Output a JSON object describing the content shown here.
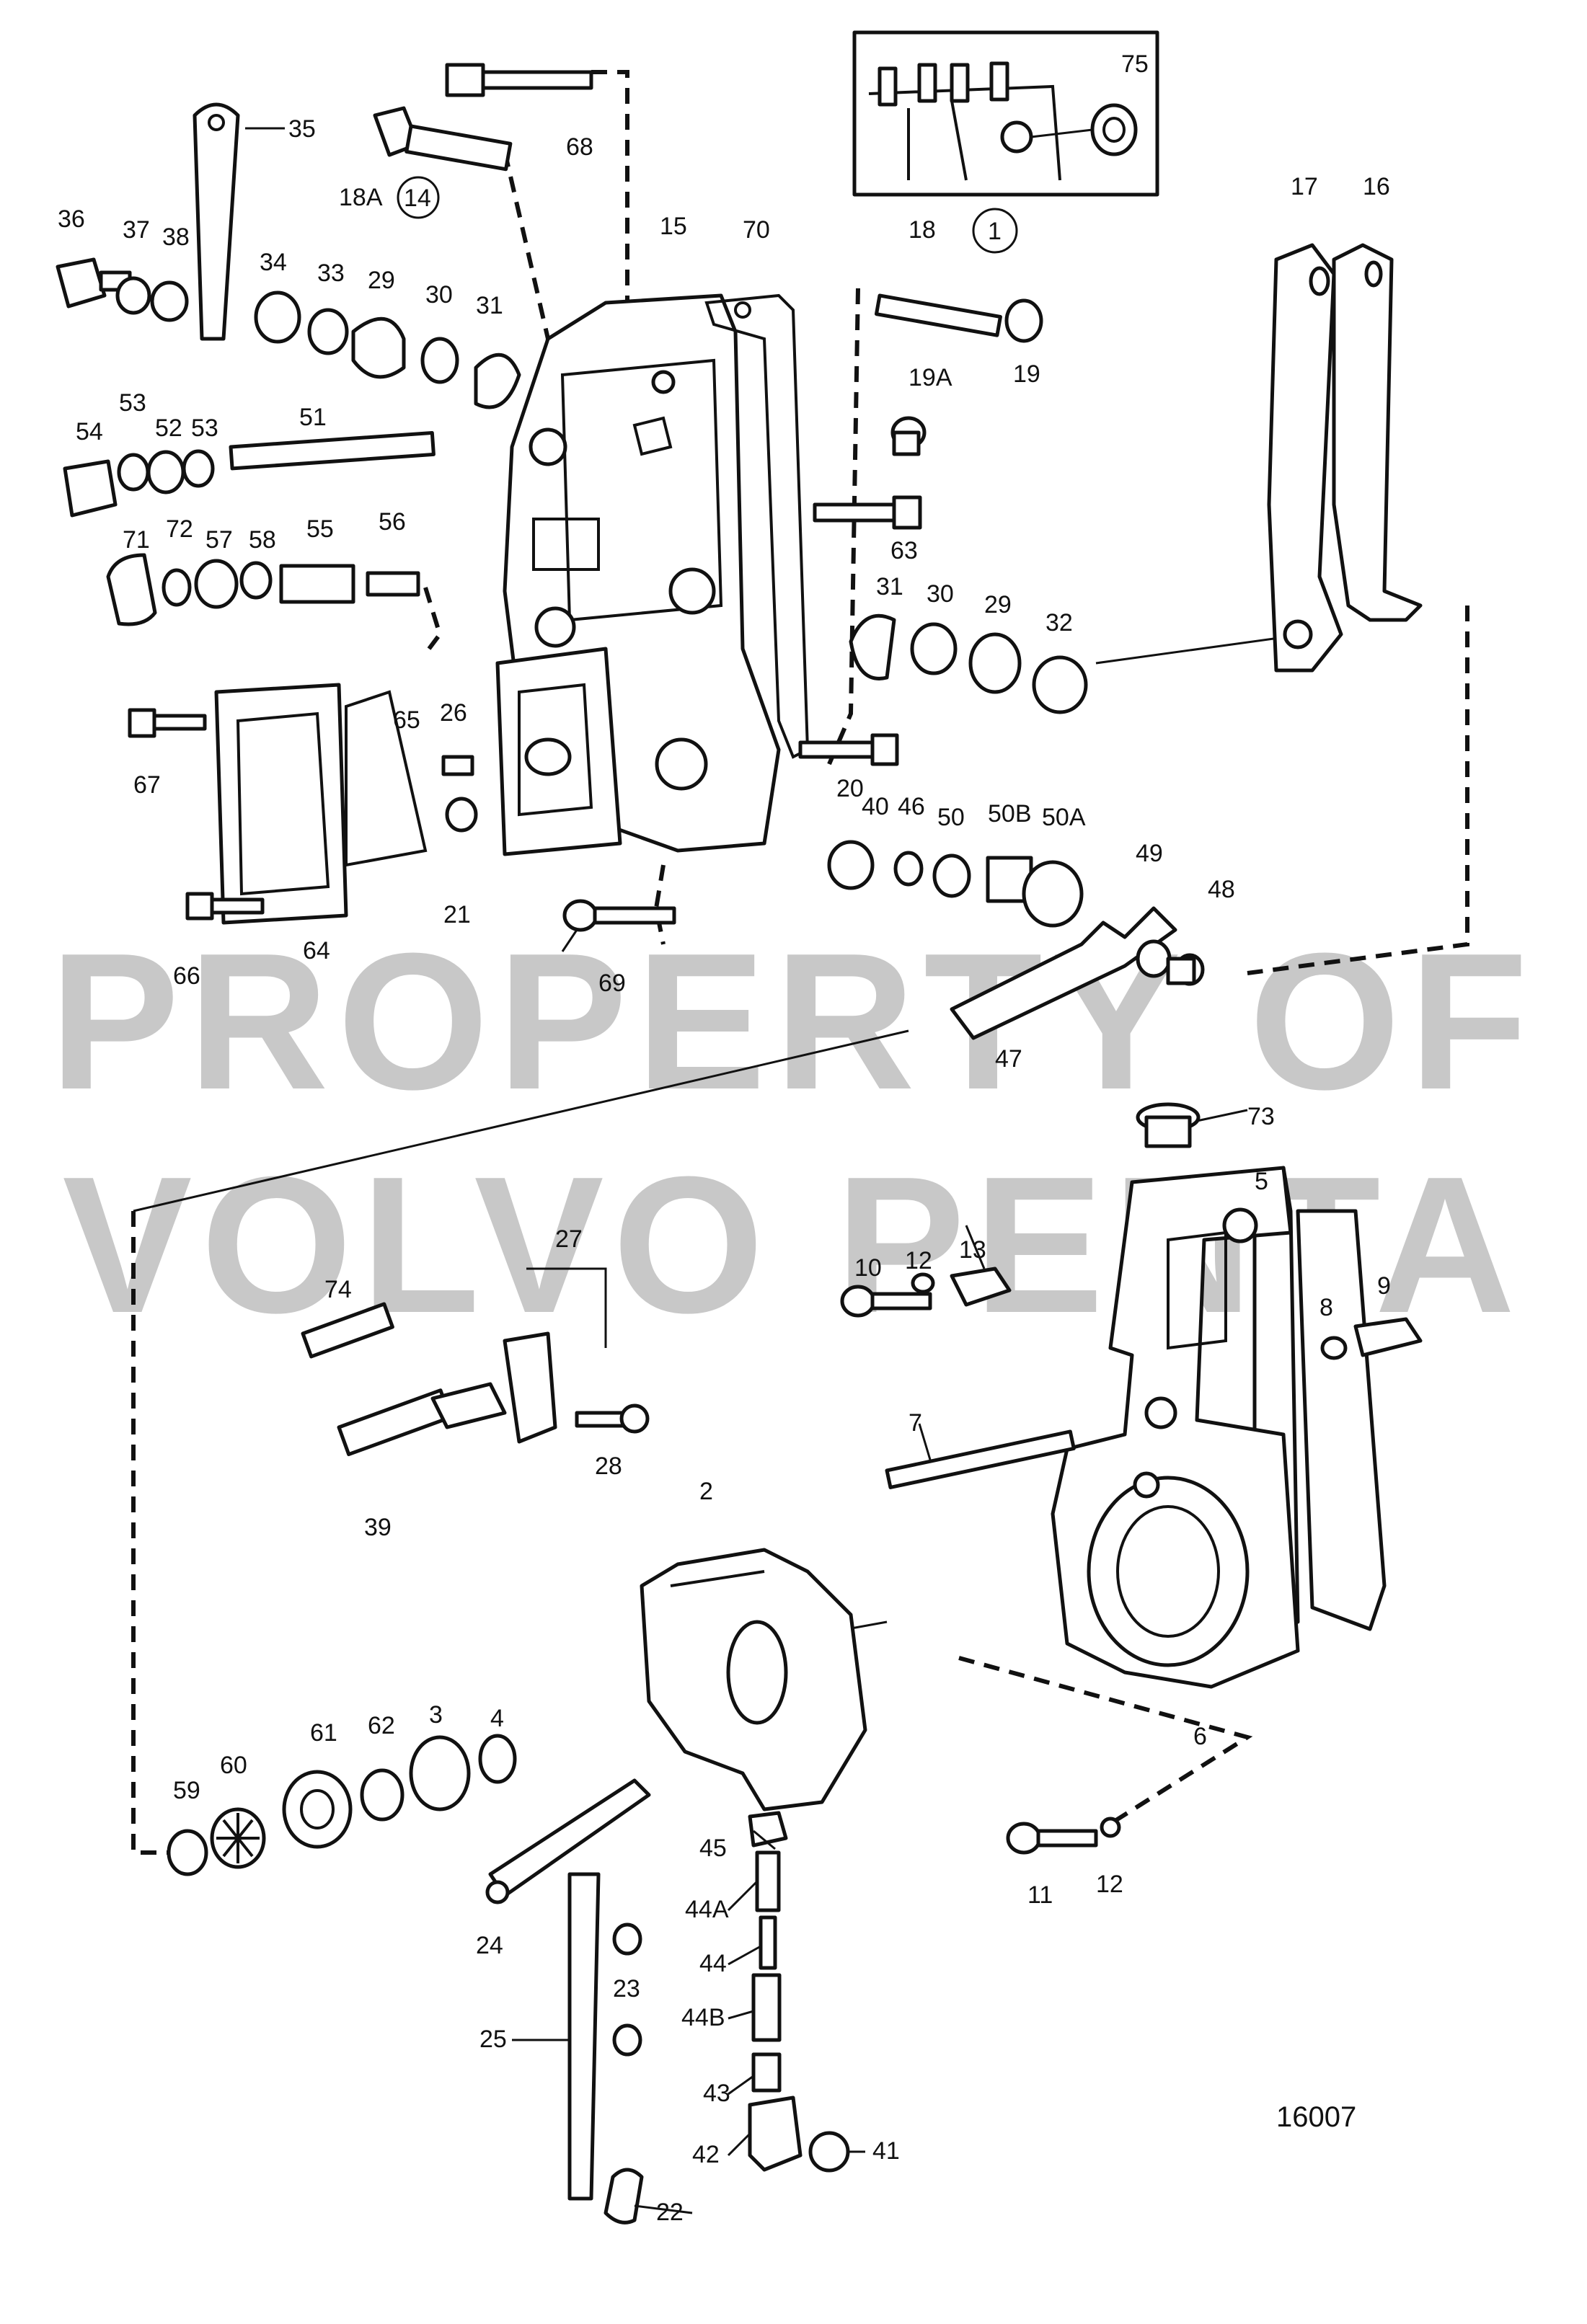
{
  "watermark": {
    "line1": "PROPERTY OF",
    "line2": "VOLVO PENTA"
  },
  "drawing_number": "16007",
  "callouts": [
    {
      "id": "c75",
      "text": "75"
    },
    {
      "id": "c35",
      "text": "35"
    },
    {
      "id": "c68",
      "text": "68"
    },
    {
      "id": "c18A",
      "text": "18A"
    },
    {
      "id": "c14",
      "text": "14"
    },
    {
      "id": "c36",
      "text": "36"
    },
    {
      "id": "c37",
      "text": "37"
    },
    {
      "id": "c38",
      "text": "38"
    },
    {
      "id": "c34",
      "text": "34"
    },
    {
      "id": "c33",
      "text": "33"
    },
    {
      "id": "c29a",
      "text": "29"
    },
    {
      "id": "c30a",
      "text": "30"
    },
    {
      "id": "c31a",
      "text": "31"
    },
    {
      "id": "c15",
      "text": "15"
    },
    {
      "id": "c70",
      "text": "70"
    },
    {
      "id": "c18",
      "text": "18"
    },
    {
      "id": "c1",
      "text": "1"
    },
    {
      "id": "c17",
      "text": "17"
    },
    {
      "id": "c16",
      "text": "16"
    },
    {
      "id": "c19",
      "text": "19"
    },
    {
      "id": "c19A",
      "text": "19A"
    },
    {
      "id": "c54",
      "text": "54"
    },
    {
      "id": "c53a",
      "text": "53"
    },
    {
      "id": "c52",
      "text": "52"
    },
    {
      "id": "c53b",
      "text": "53"
    },
    {
      "id": "c51",
      "text": "51"
    },
    {
      "id": "c63",
      "text": "63"
    },
    {
      "id": "c71",
      "text": "71"
    },
    {
      "id": "c72",
      "text": "72"
    },
    {
      "id": "c57",
      "text": "57"
    },
    {
      "id": "c58",
      "text": "58"
    },
    {
      "id": "c55",
      "text": "55"
    },
    {
      "id": "c56",
      "text": "56"
    },
    {
      "id": "c31b",
      "text": "31"
    },
    {
      "id": "c30b",
      "text": "30"
    },
    {
      "id": "c29b",
      "text": "29"
    },
    {
      "id": "c32",
      "text": "32"
    },
    {
      "id": "c67",
      "text": "67"
    },
    {
      "id": "c65",
      "text": "65"
    },
    {
      "id": "c26",
      "text": "26"
    },
    {
      "id": "c20",
      "text": "20"
    },
    {
      "id": "c40",
      "text": "40"
    },
    {
      "id": "c46",
      "text": "46"
    },
    {
      "id": "c50",
      "text": "50"
    },
    {
      "id": "c50B",
      "text": "50B"
    },
    {
      "id": "c50A",
      "text": "50A"
    },
    {
      "id": "c49",
      "text": "49"
    },
    {
      "id": "c48",
      "text": "48"
    },
    {
      "id": "c21",
      "text": "21"
    },
    {
      "id": "c64",
      "text": "64"
    },
    {
      "id": "c66",
      "text": "66"
    },
    {
      "id": "c69",
      "text": "69"
    },
    {
      "id": "c47",
      "text": "47"
    },
    {
      "id": "c73",
      "text": "73"
    },
    {
      "id": "c5",
      "text": "5"
    },
    {
      "id": "c27",
      "text": "27"
    },
    {
      "id": "c74",
      "text": "74"
    },
    {
      "id": "c10",
      "text": "10"
    },
    {
      "id": "c12a",
      "text": "12"
    },
    {
      "id": "c13",
      "text": "13"
    },
    {
      "id": "c8",
      "text": "8"
    },
    {
      "id": "c9",
      "text": "9"
    },
    {
      "id": "c28",
      "text": "28"
    },
    {
      "id": "c39",
      "text": "39"
    },
    {
      "id": "c7",
      "text": "7"
    },
    {
      "id": "c2",
      "text": "2"
    },
    {
      "id": "c6",
      "text": "6"
    },
    {
      "id": "c4",
      "text": "4"
    },
    {
      "id": "c3",
      "text": "3"
    },
    {
      "id": "c62",
      "text": "62"
    },
    {
      "id": "c61",
      "text": "61"
    },
    {
      "id": "c60",
      "text": "60"
    },
    {
      "id": "c59",
      "text": "59"
    },
    {
      "id": "c45",
      "text": "45"
    },
    {
      "id": "c44A",
      "text": "44A"
    },
    {
      "id": "c44",
      "text": "44"
    },
    {
      "id": "c44B",
      "text": "44B"
    },
    {
      "id": "c24",
      "text": "24"
    },
    {
      "id": "c23",
      "text": "23"
    },
    {
      "id": "c25",
      "text": "25"
    },
    {
      "id": "c43",
      "text": "43"
    },
    {
      "id": "c42",
      "text": "42"
    },
    {
      "id": "c41",
      "text": "41"
    },
    {
      "id": "c22",
      "text": "22"
    },
    {
      "id": "c11",
      "text": "11"
    },
    {
      "id": "c12b",
      "text": "12"
    }
  ]
}
